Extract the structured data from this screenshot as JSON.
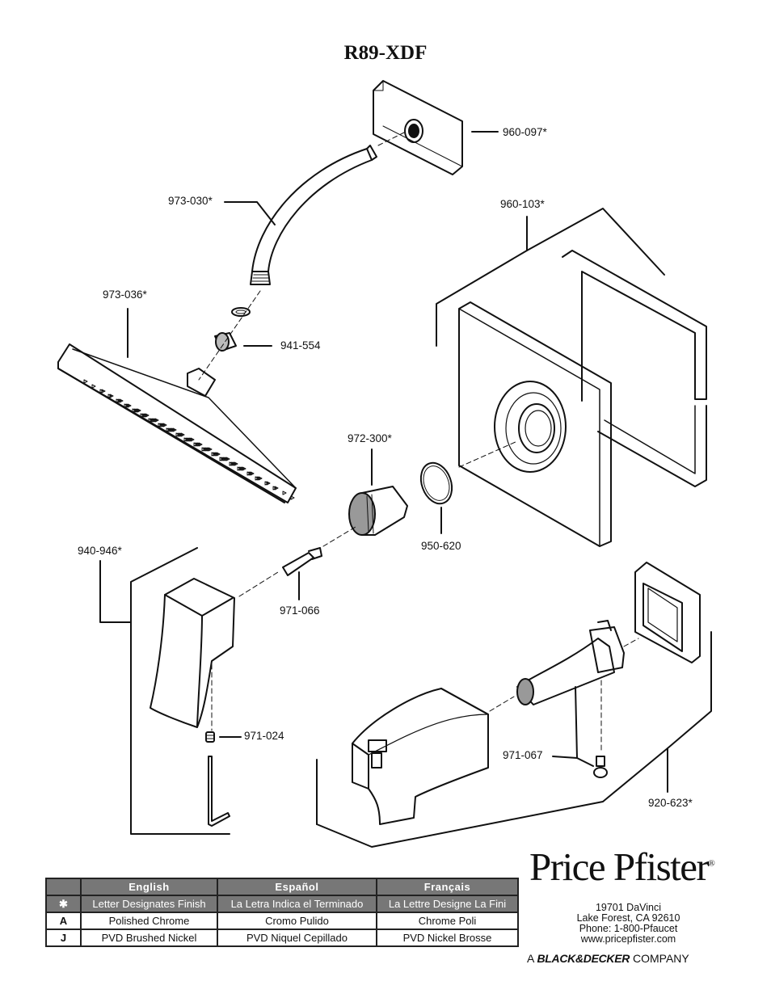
{
  "title": "R89-XDF",
  "parts": {
    "p960_097": "960-097*",
    "p973_030": "973-030*",
    "p960_103": "960-103*",
    "p973_036": "973-036*",
    "p941_554": "941-554",
    "p972_300": "972-300*",
    "p950_620": "950-620",
    "p940_946": "940-946*",
    "p971_066": "971-066",
    "p971_024": "971-024",
    "p971_067": "971-067",
    "p920_623": "920-623*"
  },
  "finish_table": {
    "headers": [
      "English",
      "Español",
      "Français"
    ],
    "star_symbol": "✱",
    "rows": [
      {
        "code": "",
        "en": "Letter Designates Finish",
        "es": "La Letra Indica el Terminado",
        "fr": "La Lettre Designe La Fini"
      },
      {
        "code": "A",
        "en": "Polished Chrome",
        "es": "Cromo Pulido",
        "fr": "Chrome Poli"
      },
      {
        "code": "J",
        "en": "PVD Brushed Nickel",
        "es": "PVD Niquel Cepillado",
        "fr": "PVD Nickel Brosse"
      }
    ]
  },
  "brand": {
    "name": "Price Pfister",
    "tm": "®",
    "address": [
      "19701 DaVinci",
      "Lake Forest, CA 92610",
      "Phone: 1-800-Pfaucet",
      "www.pricepfister.com"
    ],
    "parent_prefix": "A",
    "parent_name": "BLACK&DECKER",
    "parent_suffix": "COMPANY"
  }
}
